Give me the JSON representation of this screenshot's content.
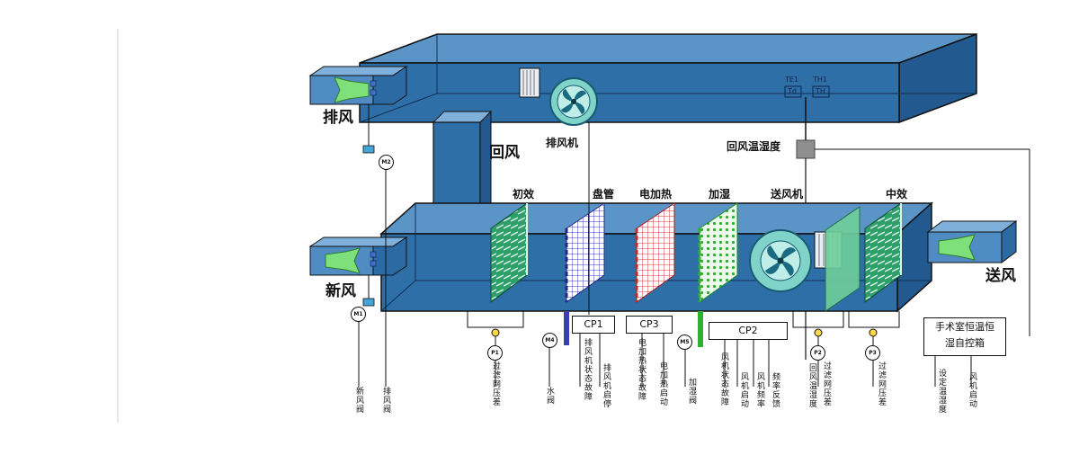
{
  "labels": {
    "exhaust_air": "排风",
    "return_air": "回风",
    "exhaust_fan": "排风机",
    "return_temp_humidity": "回风温湿度",
    "fresh_air": "新风",
    "supply_air": "送风",
    "primary_filter": "初效",
    "coil": "盘管",
    "electric_heater": "电加热",
    "humidifier": "加湿",
    "supply_fan": "送风机",
    "medium_filter": "中效"
  },
  "sensors": {
    "te1": "TE1",
    "th1": "TH1",
    "td": "Td",
    "th": "TH"
  },
  "boxes": {
    "cp1": "CP1",
    "cp3": "CP3",
    "cp2": "CP2",
    "controller_line1": "手术室恒温恒",
    "controller_line2": "湿自控箱"
  },
  "markers": {
    "m1": "M1",
    "m2": "M2",
    "m4": "M4",
    "m5": "M5",
    "p1": "P1",
    "p2": "P2",
    "p3": "P3"
  },
  "signals": {
    "fresh_damper": "新风阀",
    "exhaust_damper": "排风阀",
    "filter1_dp": "过滤网压差",
    "water_valve": "水阀",
    "exhaust_fan_fault": "排风机状态故障",
    "exhaust_fan_start": "排风机启停",
    "heater_fault": "电加热状态故障",
    "heater_start": "电加热启动",
    "humid_valve": "加湿阀",
    "fan_status_fault": "风机状态故障",
    "fan_start": "风机启动",
    "fan_freq": "风机频率",
    "freq_feedback": "频率反馈",
    "return_temp_hum": "回风温湿度",
    "filter2_dp": "过滤网压差",
    "filter3_dp": "过滤网压差",
    "setpoint": "设定温湿度",
    "fan_start_stop": "风机启动"
  },
  "colors": {
    "duct_front": "#2f6fa8",
    "duct_top": "#5b94c7",
    "duct_side": "#22598e",
    "filter_green": "#2e9e6b",
    "coil_blue": "#3b3fb0",
    "heater_red": "#d03a3a",
    "humid_green": "#47c447"
  }
}
